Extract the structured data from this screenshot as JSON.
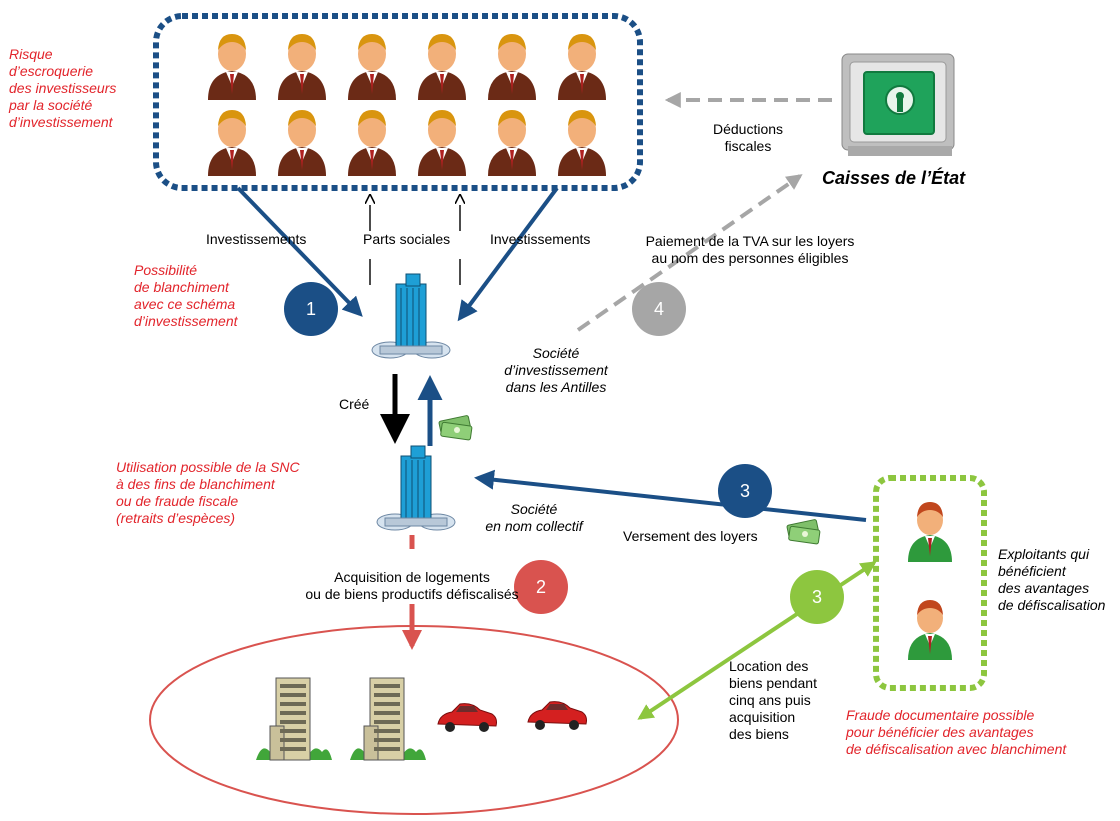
{
  "colors": {
    "blue": "#1b4f86",
    "red_text": "#e2242b",
    "red_arrow": "#d9534f",
    "green": "#8dc63f",
    "gray": "#a6a6a6",
    "investor_dotted": "#1b4f86",
    "operator_dotted": "#8dc63f"
  },
  "icons": {
    "investor": "person-with-tie-icon",
    "state": "green-safe-icon",
    "company": "office-tower-icon",
    "money": "banknotes-icon",
    "building": "apartment-building-icon",
    "car": "red-sports-car-icon",
    "operator": "person-green-jacket-icon"
  },
  "badges": {
    "b1": "1",
    "b2": "2",
    "b3_blue": "3",
    "b3_green": "3",
    "b4": "4"
  },
  "labels": {
    "investments_left": "Investissements",
    "parts_sociales": "Parts sociales",
    "investments_right": "Investissements",
    "deductions": [
      "Déductions",
      "fiscales"
    ],
    "state_title": "Caisses de l’État",
    "tva": [
      "Paiement de la TVA sur les loyers",
      "au nom des personnes éligibles"
    ],
    "investment_company": [
      "Société",
      "d’investissement",
      "dans les Antilles"
    ],
    "cree": "Créé",
    "snc": [
      "Société",
      "en nom collectif"
    ],
    "rent_payment": "Versement des loyers",
    "acquisition": [
      "Acquisition de logements",
      "ou de biens productifs défiscalisés"
    ],
    "rental": [
      "Location des",
      "biens pendant",
      "cinq ans puis",
      "acquisition",
      "des biens"
    ],
    "operators": [
      "Exploitants qui",
      "bénéficient",
      "des avantages",
      "de défiscalisation"
    ]
  },
  "risks": {
    "fraud_investors": [
      "Risque",
      "d’escroquerie",
      "des investisseurs",
      "par la société",
      "d’investissement"
    ],
    "laundering_scheme": [
      "Possibilité",
      "de blanchiment",
      "avec ce schéma",
      "d’investissement"
    ],
    "snc_use": [
      "Utilisation possible de la SNC",
      "à des fins de blanchiment",
      "ou de fraude fiscale",
      "(retraits d’espèces)"
    ],
    "documentary_fraud": [
      "Fraude documentaire possible",
      "pour bénéficier des avantages",
      "de défiscalisation avec blanchiment"
    ]
  }
}
